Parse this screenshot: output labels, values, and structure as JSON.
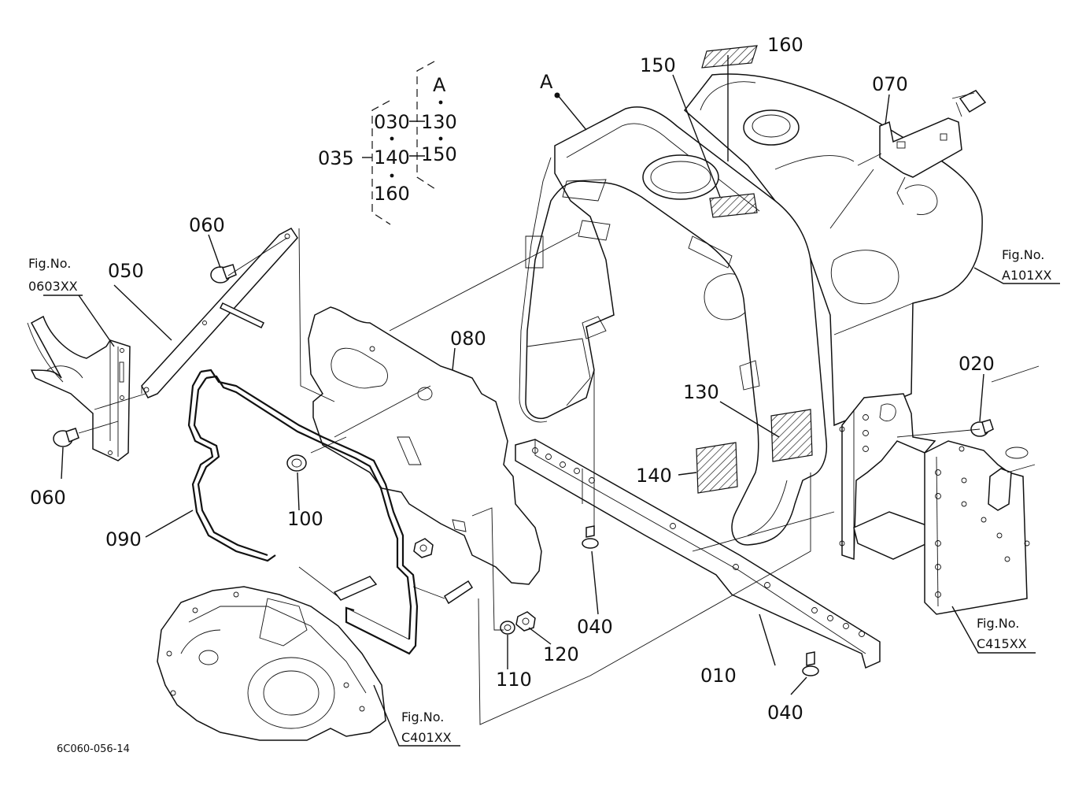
{
  "diagram": {
    "reference_code": "6C060-056-14",
    "callouts": {
      "c010": "010",
      "c020": "020",
      "c035": "035",
      "c040a": "040",
      "c040b": "040",
      "c050": "050",
      "c060a": "060",
      "c060b": "060",
      "c070": "070",
      "c080": "080",
      "c090": "090",
      "c100": "100",
      "c110": "110",
      "c120": "120",
      "c130": "130",
      "c140": "140",
      "c150": "150",
      "c160": "160"
    },
    "assembly_group": {
      "c030": "030",
      "c130": "130",
      "c140": "140",
      "c150": "150",
      "c160": "160",
      "point_a": "A"
    },
    "point_a_label": "A",
    "figure_refs": [
      {
        "title": "Fig.No.",
        "code": "0603XX"
      },
      {
        "title": "Fig.No.",
        "code": "A101XX"
      },
      {
        "title": "Fig.No.",
        "code": "C415XX"
      },
      {
        "title": "Fig.No.",
        "code": "C401XX"
      }
    ]
  }
}
